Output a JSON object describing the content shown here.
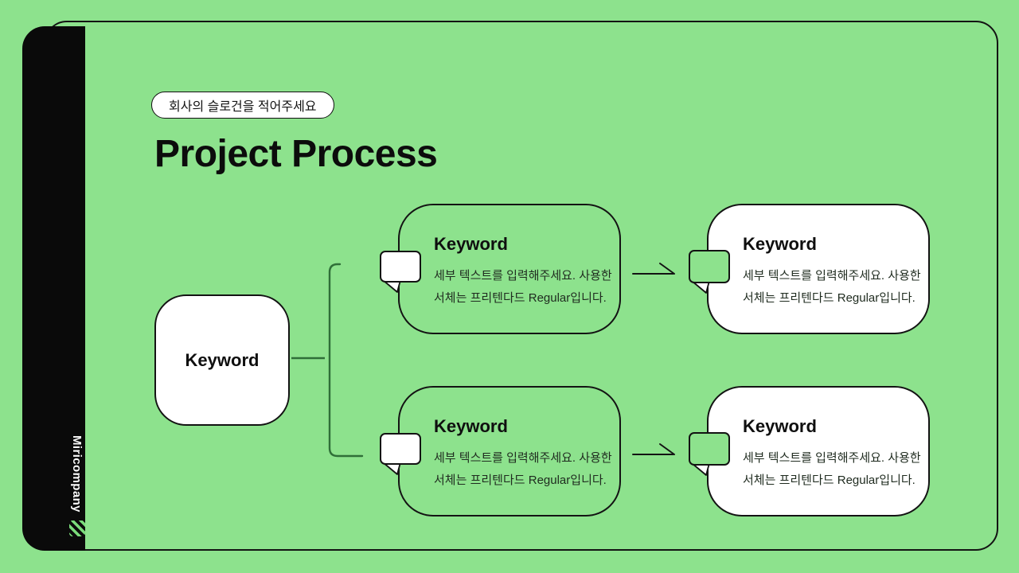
{
  "slide": {
    "tagline_badge": "회사의 슬로건을 적어주세요",
    "title": "Project Process",
    "brand_name": "Miricompany"
  },
  "colors": {
    "background_green": "#8DE28D",
    "sidebar_black": "#0A0A0A",
    "outline_ink": "#131313",
    "card_white": "#FFFFFF",
    "connector_green": "#2F6F38",
    "logo_stripe_green": "#7ADB7A"
  },
  "diagram": {
    "root": {
      "label": "Keyword"
    },
    "nodes": [
      {
        "position": "top-middle",
        "label": "Keyword",
        "body_line1": "세부 텍스트를 입력해주세요. 사용한",
        "body_line2": "서체는 프리텐다드 Regular입니다."
      },
      {
        "position": "top-right",
        "label": "Keyword",
        "body_line1": "세부 텍스트를 입력해주세요. 사용한",
        "body_line2": "서체는 프리텐다드 Regular입니다."
      },
      {
        "position": "bottom-middle",
        "label": "Keyword",
        "body_line1": "세부 텍스트를 입력해주세요. 사용한",
        "body_line2": "서체는 프리텐다드 Regular입니다."
      },
      {
        "position": "bottom-right",
        "label": "Keyword",
        "body_line1": "세부 텍스트를 입력해주세요. 사용한",
        "body_line2": "서체는 프리텐다드 Regular입니다."
      }
    ]
  }
}
